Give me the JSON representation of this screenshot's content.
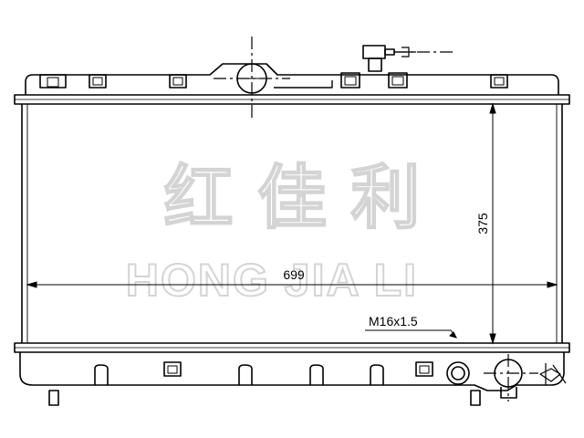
{
  "watermark": {
    "chinese": "红 佳 利",
    "latin": "HONG JIA LI"
  },
  "dimensions": {
    "width": "699",
    "height": "375",
    "thread": "M16x1.5"
  },
  "colors": {
    "line": "#000000",
    "watermark_outline": "#d4d4d4",
    "background": "#ffffff"
  }
}
